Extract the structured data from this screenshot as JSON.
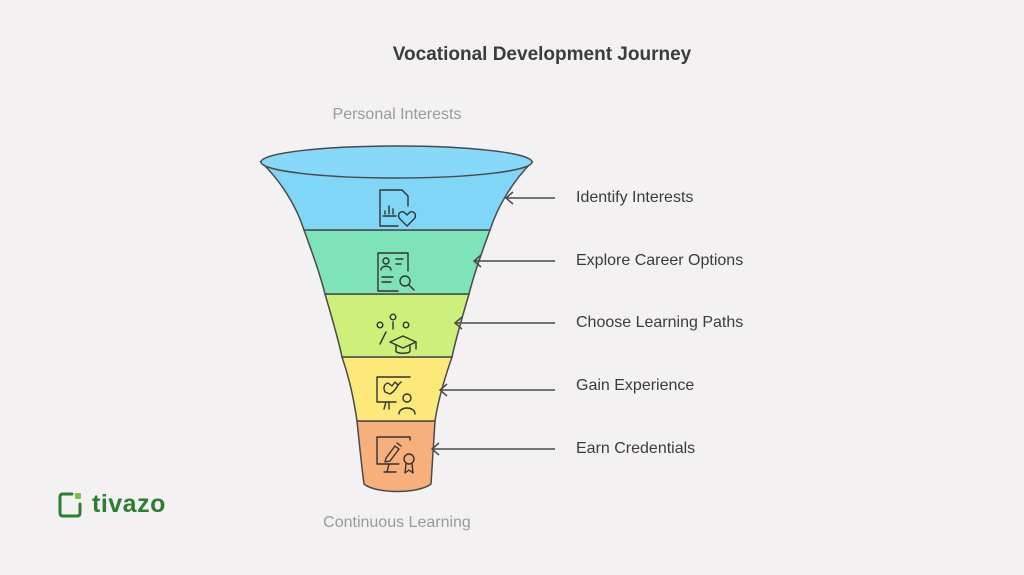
{
  "title": "Vocational Development Journey",
  "top_label": "Personal Interests",
  "bottom_label": "Continuous Learning",
  "stages": [
    {
      "label": "Identify Interests",
      "icon": "document-heart-icon",
      "color": "#7fd6f7"
    },
    {
      "label": "Explore Career Options",
      "icon": "profile-search-icon",
      "color": "#7ee3b8"
    },
    {
      "label": "Choose Learning Paths",
      "icon": "graduation-cap-icon",
      "color": "#cdf07a"
    },
    {
      "label": "Gain Experience",
      "icon": "presentation-person-icon",
      "color": "#fce97a"
    },
    {
      "label": "Earn Credentials",
      "icon": "certificate-monitor-icon",
      "color": "#f7b07c"
    }
  ],
  "brand": {
    "name": "tivazo",
    "color": "#2e7d32"
  }
}
